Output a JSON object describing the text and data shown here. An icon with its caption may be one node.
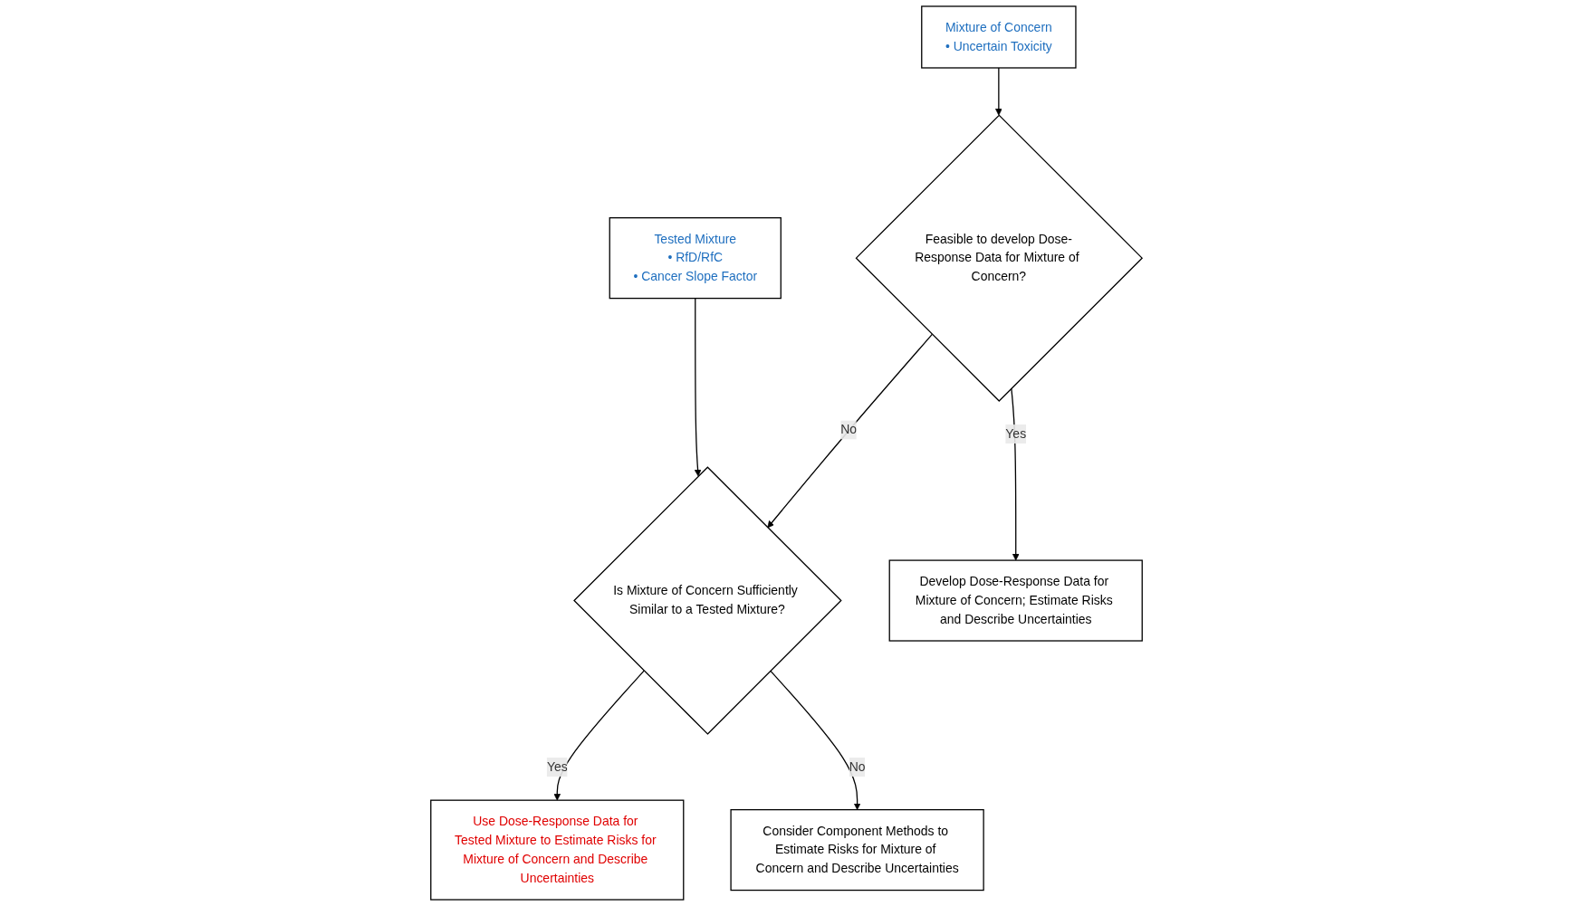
{
  "diagram": {
    "nodes": [
      {
        "text": [
          "Mixture of Concern",
          "• Uncertain Toxicity"
        ]
      },
      {
        "text": [
          "Tested Mixture",
          "• RfD/RfC",
          "• Cancer Slope Factor"
        ]
      },
      {
        "text": [
          "Feasible to develop Dose-Response Data for Mixture of Concern?"
        ]
      },
      {
        "text": [
          "Is Mixture of Concern Sufficiently Similar to a Tested Mixture?"
        ]
      },
      {
        "text": [
          "Develop Dose-Response Data for Mixture of Concern; Estimate Risks and Describe Uncertainties"
        ]
      },
      {
        "text": [
          "Consider Component Methods to Estimate Risks for Mixture of Concern and Describe Uncertainties"
        ]
      },
      {
        "text": [
          "Use Dose-Response Data for Tested Mixture to Estimate Risks for Mixture of Concern and Describe Uncertainties"
        ]
      }
    ],
    "edges": [
      {
        "from": 0,
        "to": 2,
        "arrow": "to"
      },
      {
        "from": 1,
        "to": 3,
        "arrow": "to"
      },
      {
        "from": 2,
        "to": 3,
        "label": "No",
        "arrow": "to"
      },
      {
        "from": 2,
        "to": 4,
        "label": "Yes",
        "arrow": "to"
      },
      {
        "from": 3,
        "to": 6,
        "label": "Yes",
        "arrow": "to"
      },
      {
        "from": 3,
        "to": 5,
        "label": "No",
        "arrow": "to"
      }
    ]
  }
}
